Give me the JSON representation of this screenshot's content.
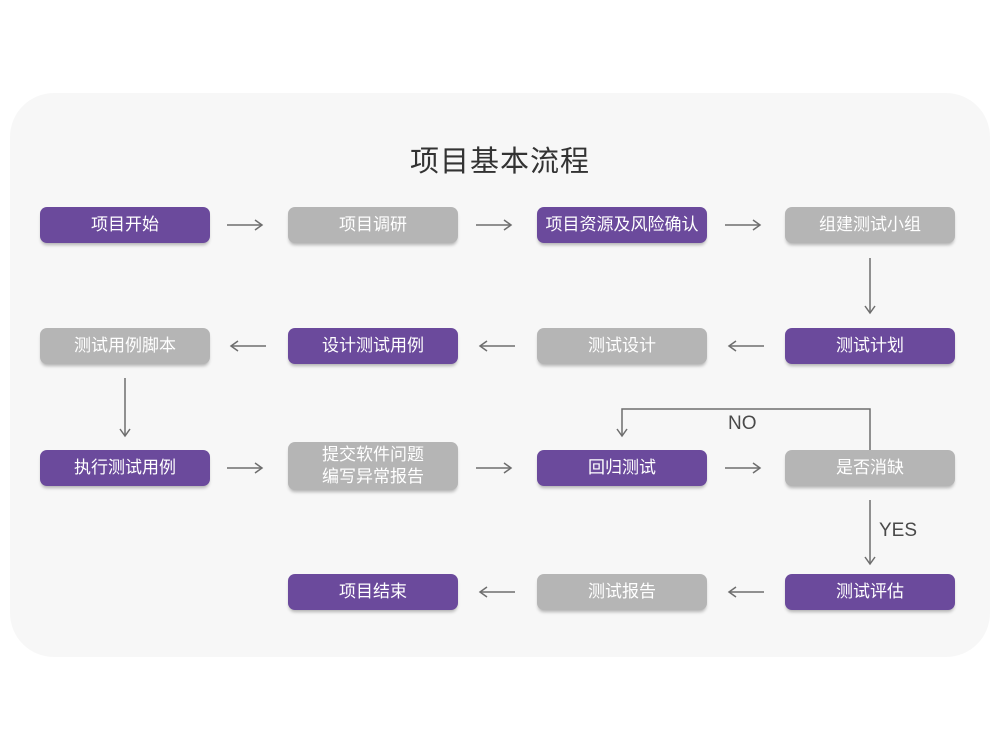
{
  "title": "项目基本流程",
  "colors": {
    "node_purple": "#6b4a9c",
    "node_gray": "#b5b5b5",
    "card_background": "#f7f7f7",
    "arrow": "#6e6e6e",
    "title_text": "#333333"
  },
  "labels": {
    "no": "NO",
    "yes": "YES"
  },
  "nodes": [
    {
      "id": "project-start",
      "label": "项目开始",
      "variant": "purple"
    },
    {
      "id": "project-research",
      "label": "项目调研",
      "variant": "gray"
    },
    {
      "id": "resource-risk-confirm",
      "label": "项目资源及风险确认",
      "variant": "purple"
    },
    {
      "id": "build-test-team",
      "label": "组建测试小组",
      "variant": "gray"
    },
    {
      "id": "test-case-script",
      "label": "测试用例脚本",
      "variant": "gray"
    },
    {
      "id": "design-test-cases",
      "label": "设计测试用例",
      "variant": "purple"
    },
    {
      "id": "test-design",
      "label": "测试设计",
      "variant": "gray"
    },
    {
      "id": "test-plan",
      "label": "测试计划",
      "variant": "purple"
    },
    {
      "id": "execute-test-cases",
      "label": "执行测试用例",
      "variant": "purple"
    },
    {
      "id": "submit-issue-report",
      "label": "提交软件问题\n编写异常报告",
      "variant": "gray"
    },
    {
      "id": "regression-test",
      "label": "回归测试",
      "variant": "purple"
    },
    {
      "id": "defect-cleared",
      "label": "是否消缺",
      "variant": "gray"
    },
    {
      "id": "project-end",
      "label": "项目结束",
      "variant": "purple"
    },
    {
      "id": "test-report",
      "label": "测试报告",
      "variant": "gray"
    },
    {
      "id": "test-evaluation",
      "label": "测试评估",
      "variant": "purple"
    }
  ]
}
